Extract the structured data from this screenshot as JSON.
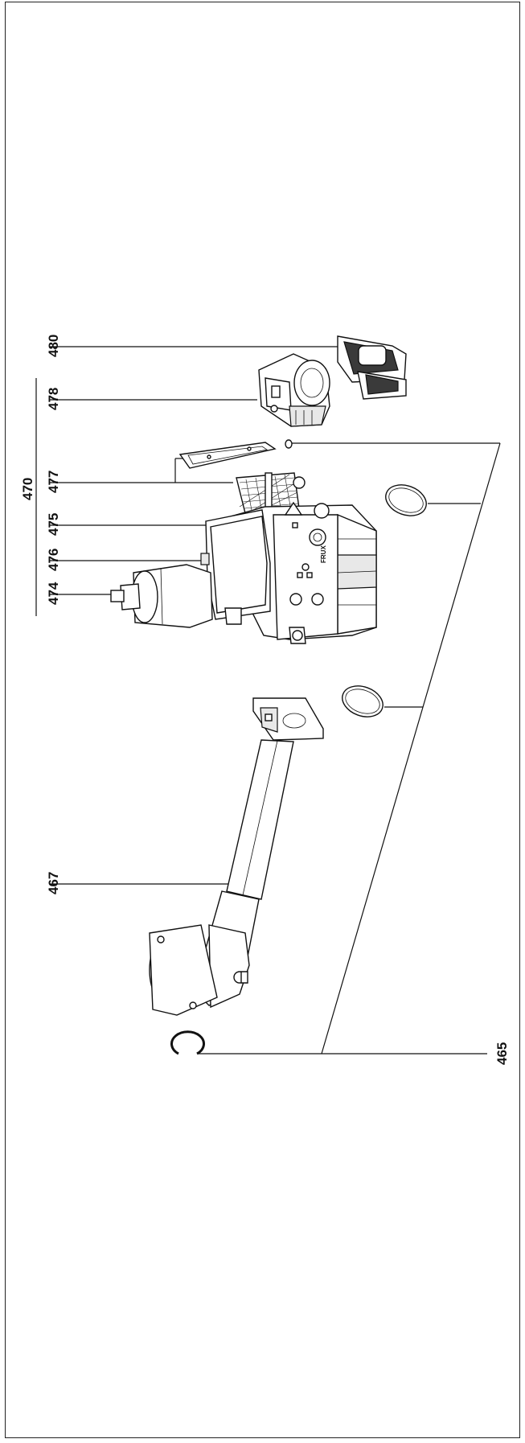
{
  "diagram": {
    "labels": {
      "p480": "480",
      "p478": "478",
      "p470": "470",
      "p477": "477",
      "p475": "475",
      "p476": "476",
      "p474": "474",
      "p467": "467",
      "p465": "465"
    }
  }
}
